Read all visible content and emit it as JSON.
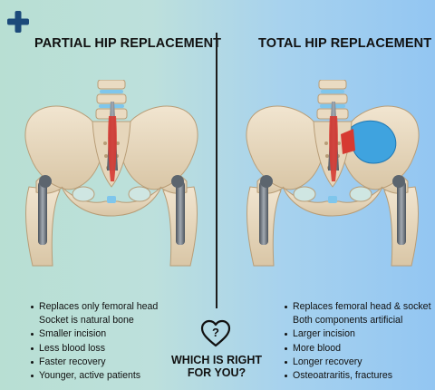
{
  "logo": {
    "icon": "plus-icon",
    "color": "#1c4a7a"
  },
  "left": {
    "title": "PARTIAL HIP REPLACEMENT",
    "image_icon": "pelvis-partial-replacement-illustration",
    "bullets": [
      "Replaces only femoral head",
      "Socket is natural bone",
      "Smaller incision",
      "Less blood loss",
      "Faster recovery",
      "Younger, active patients"
    ]
  },
  "right": {
    "title": "TOTAL HIP REPLACEMENT",
    "image_icon": "pelvis-total-replacement-illustration",
    "bullets": [
      "Replaces femoral head & socket",
      "Both components artificial",
      "Larger incision",
      "More blood",
      "Longer recovery",
      "Osteoatraritis, fractures"
    ]
  },
  "center": {
    "icon": "heart-question-icon",
    "heart_symbol": "?",
    "question_line1": "WHICH IS RIGHT",
    "question_line2": "FOR YOU?"
  },
  "colors": {
    "bone": "#ebdcc3",
    "bone_shadow": "#c7b08f",
    "disc": "#7fc6ec",
    "implant_red": "#d63a32",
    "implant_blue": "#3fa3df",
    "metal": "#6f7780"
  }
}
